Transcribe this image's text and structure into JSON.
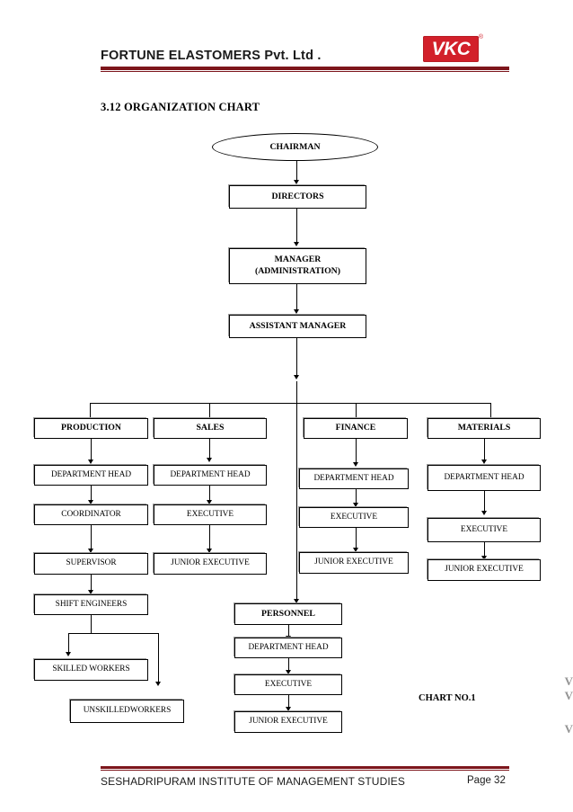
{
  "header": {
    "company": "FORTUNE ELASTOMERS Pvt. Ltd .",
    "logo_text": "VKC",
    "logo_tm": "®",
    "rule_color": "#7d161c"
  },
  "section": {
    "title": "3.12 ORGANIZATION CHART"
  },
  "caption": {
    "chart_no": "CHART NO.1"
  },
  "margin_marks": [
    "V",
    "V",
    "V"
  ],
  "footer": {
    "institute": "SESHADRIPURAM INSTITUTE OF MANAGEMENT STUDIES",
    "page": "Page 32"
  },
  "chart_data": {
    "type": "diagram",
    "title": "3.12 ORGANIZATION CHART",
    "caption": "CHART NO.1",
    "root": {
      "id": "chairman",
      "label": "CHAIRMAN",
      "shape": "ellipse"
    },
    "spine": [
      {
        "id": "directors",
        "label": "DIRECTORS",
        "shape": "box"
      },
      {
        "id": "manager",
        "label": "MANAGER\n(ADMINISTRATION)",
        "line1": "MANAGER",
        "line2": "(ADMINISTRATION)",
        "shape": "box"
      },
      {
        "id": "assistant-manager",
        "label": "ASSISTANT MANAGER",
        "shape": "box"
      }
    ],
    "departments": [
      {
        "id": "production",
        "label": "PRODUCTION",
        "chain": [
          "DEPARTMENT HEAD",
          "COORDINATOR",
          "SUPERVISOR",
          "SHIFT ENGINEERS"
        ],
        "branches": [
          "SKILLED WORKERS",
          "UNSKILLEDWORKERS"
        ]
      },
      {
        "id": "sales",
        "label": "SALES",
        "chain": [
          "DEPARTMENT HEAD",
          "EXECUTIVE",
          "JUNIOR EXECUTIVE"
        ],
        "branches": []
      },
      {
        "id": "finance",
        "label": "FINANCE",
        "chain": [
          "DEPARTMENT HEAD",
          "EXECUTIVE",
          "JUNIOR EXECUTIVE"
        ],
        "branches": []
      },
      {
        "id": "materials",
        "label": "MATERIALS",
        "chain": [
          "DEPARTMENT HEAD",
          "EXECUTIVE",
          "JUNIOR EXECUTIVE"
        ],
        "branches": []
      },
      {
        "id": "personnel",
        "label": "PERSONNEL",
        "chain": [
          "DEPARTMENT HEAD",
          "EXECUTIVE",
          "JUNIOR EXECUTIVE"
        ],
        "branches": []
      }
    ]
  }
}
